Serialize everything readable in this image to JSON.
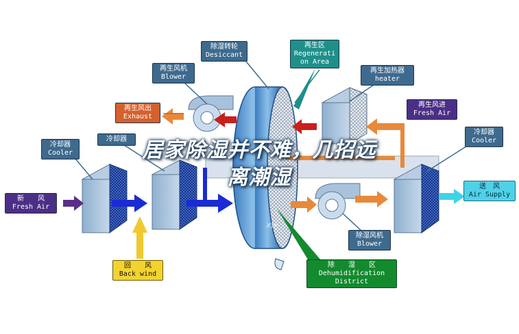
{
  "labels": {
    "desiccant": {
      "zh": "除湿转轮",
      "en": "Desiccant"
    },
    "regen_area": {
      "zh": "再生区",
      "en1": "Regenerati",
      "en2": "on Area"
    },
    "regen_blower": {
      "zh": "再生风机",
      "en": "Blower"
    },
    "regen_heater": {
      "zh": "再生加热器",
      "en": "heater"
    },
    "exhaust": {
      "zh": "再生风出",
      "en": "Exhaust"
    },
    "regen_fresh_air": {
      "zh": "再生风进",
      "en": "Fresh Air"
    },
    "cooler_left": {
      "zh": "冷却器",
      "en": "Cooler"
    },
    "cooler_mid": {
      "zh": "冷却器"
    },
    "cooler_right": {
      "zh": "冷却器",
      "en": "Cooler"
    },
    "fresh_air": {
      "zh": "新　　风",
      "en": "Fresh Air"
    },
    "air_supply": {
      "zh": "送　风",
      "en": "Air Supply"
    },
    "dehum_blower": {
      "zh": "除湿风机",
      "en": "Blower"
    },
    "back_wind": {
      "zh": "回　　风",
      "en": "Back wind"
    },
    "dehum_district": {
      "zh": "除　　湿　　区",
      "en1": "Dehumidification",
      "en2": "District"
    }
  },
  "overlay": {
    "line1": "居家除湿并不难，几招远",
    "line2": "离潮湿"
  },
  "watermark": "XTC",
  "colors": {
    "steel": "#3e6a8e",
    "teal": "#1f8f8a",
    "orange": "#d4612e",
    "purple": "#4b2f86",
    "yellow": "#f2d32f",
    "cyan": "#4fd1e8",
    "green": "#138a2e",
    "blue_arrow": "#1a2bd6",
    "orange_arrow": "#e8893a",
    "red_arrow": "#c8201c"
  }
}
